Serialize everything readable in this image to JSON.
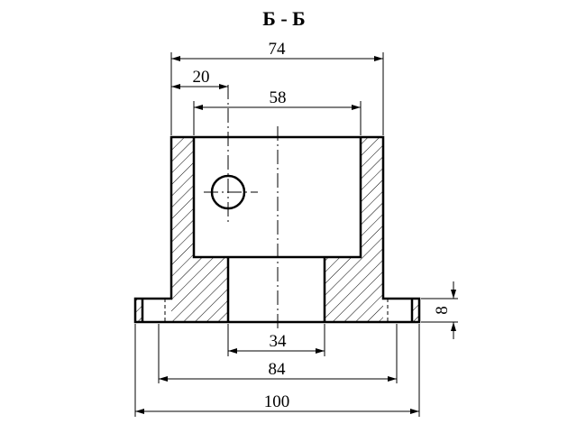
{
  "title": "Б - Б",
  "dimensions": {
    "overall_top": "74",
    "hole_offset": "20",
    "bore_width": "58",
    "base_inner": "34",
    "flange_inner": "84",
    "flange_overall": "100",
    "flange_thickness": "8"
  },
  "colors": {
    "line": "#000000",
    "background": "#ffffff"
  }
}
